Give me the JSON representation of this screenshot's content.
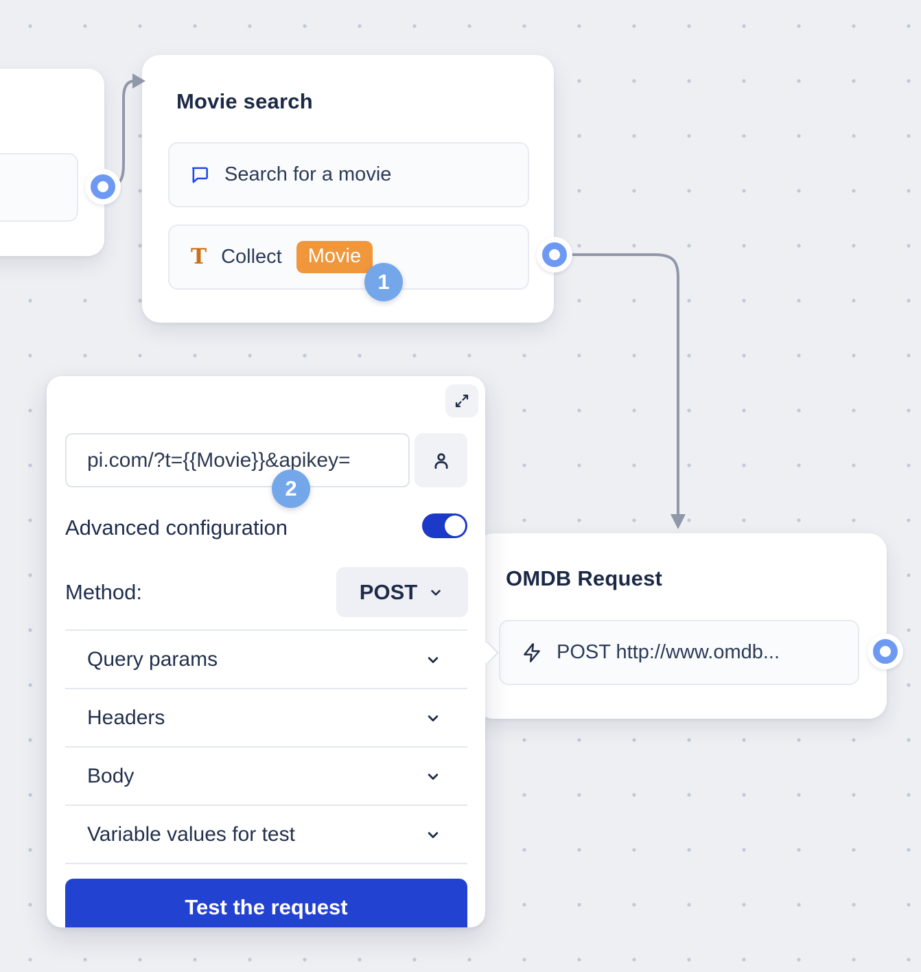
{
  "canvas": {
    "background_color": "#edeff3",
    "grid_dot_color": "#c2c9d6"
  },
  "nodes": {
    "movie_search": {
      "title": "Movie search",
      "items": [
        {
          "icon": "chat-bubble-icon",
          "label": "Search for a movie"
        },
        {
          "icon": "text-input-icon",
          "label": "Collect",
          "badge": "Movie"
        }
      ],
      "step_badge": "1"
    },
    "omdb_request": {
      "title": "OMDB Request",
      "items": [
        {
          "icon": "lightning-icon",
          "label": "POST http://www.omdb..."
        }
      ]
    }
  },
  "config_panel": {
    "expand_icon": "expand-diagonal-icon",
    "url_value": "pi.com/?t={{Movie}}&apikey=",
    "person_icon": "person-icon",
    "step_badge": "2",
    "advanced_label": "Advanced configuration",
    "advanced_on": true,
    "method_label": "Method:",
    "method_value": "POST",
    "sections": [
      "Query params",
      "Headers",
      "Body",
      "Variable values for test"
    ],
    "test_button_label": "Test the request"
  },
  "colors": {
    "accent_button_blue": "#2242d1",
    "toggle_blue": "#1c39c8",
    "step_badge_blue": "#73a7ea",
    "variable_badge_orange": "#f0973c",
    "port_ring_blue": "#6d99f2",
    "connector_gray": "#9097a8",
    "chat_icon_blue": "#1d49e5",
    "text_icon_orange": "#c97018",
    "dark_text": "#1f2b47"
  }
}
